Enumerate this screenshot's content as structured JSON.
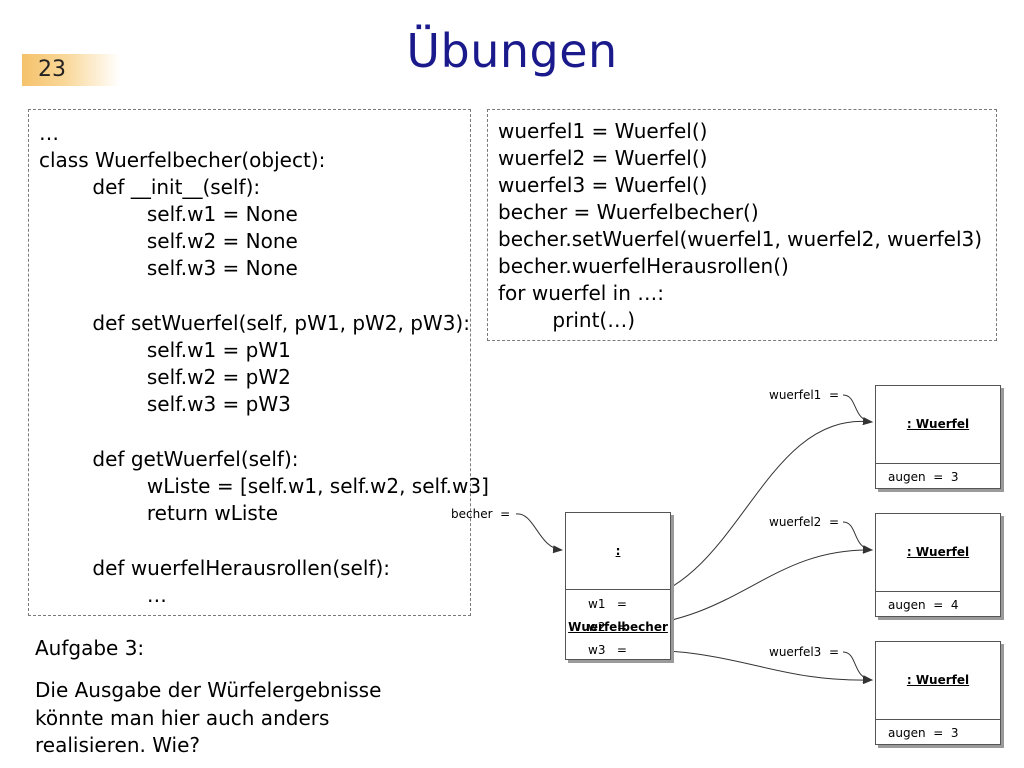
{
  "slide": {
    "number": "23",
    "title": "Übungen"
  },
  "class_code": [
    "…",
    "class Wuerfelbecher(object):",
    "    def __init__(self):",
    "        self.w1 = None",
    "        self.w2 = None",
    "        self.w3 = None",
    "",
    "    def setWuerfel(self, pW1, pW2, pW3):",
    "        self.w1 = pW1",
    "        self.w2 = pW2",
    "        self.w3 = pW3",
    "",
    "    def getWuerfel(self):",
    "        wListe = [self.w1, self.w2, self.w3]",
    "        return wListe",
    "",
    "    def wuerfelHerausrollen(self):",
    "        …"
  ],
  "usage_code": [
    "wuerfel1 = Wuerfel()",
    "wuerfel2 = Wuerfel()",
    "wuerfel3 = Wuerfel()",
    "becher = Wuerfelbecher()",
    "becher.setWuerfel(wuerfel1, wuerfel2, wuerfel3)",
    "becher.wuerfelHerausrollen()",
    "for wuerfel in …:",
    "    print(…)"
  ],
  "task": {
    "heading": "Aufgabe 3:",
    "lines": [
      "Die Ausgabe der Würfelergebnisse",
      "könnte man hier auch anders",
      "realisieren. Wie?"
    ]
  },
  "diagram": {
    "becher_label": "becher  =",
    "becher_class": ": Wuerfelbecher",
    "becher_attrs": [
      "w1   =",
      "w2   =",
      "w3   ="
    ],
    "dice": [
      {
        "label": "wuerfel1  =",
        "class": ": Wuerfel",
        "attr": "augen  =  3"
      },
      {
        "label": "wuerfel2  =",
        "class": ": Wuerfel",
        "attr": "augen  =  4"
      },
      {
        "label": "wuerfel3  =",
        "class": ": Wuerfel",
        "attr": "augen  =  3"
      }
    ]
  }
}
